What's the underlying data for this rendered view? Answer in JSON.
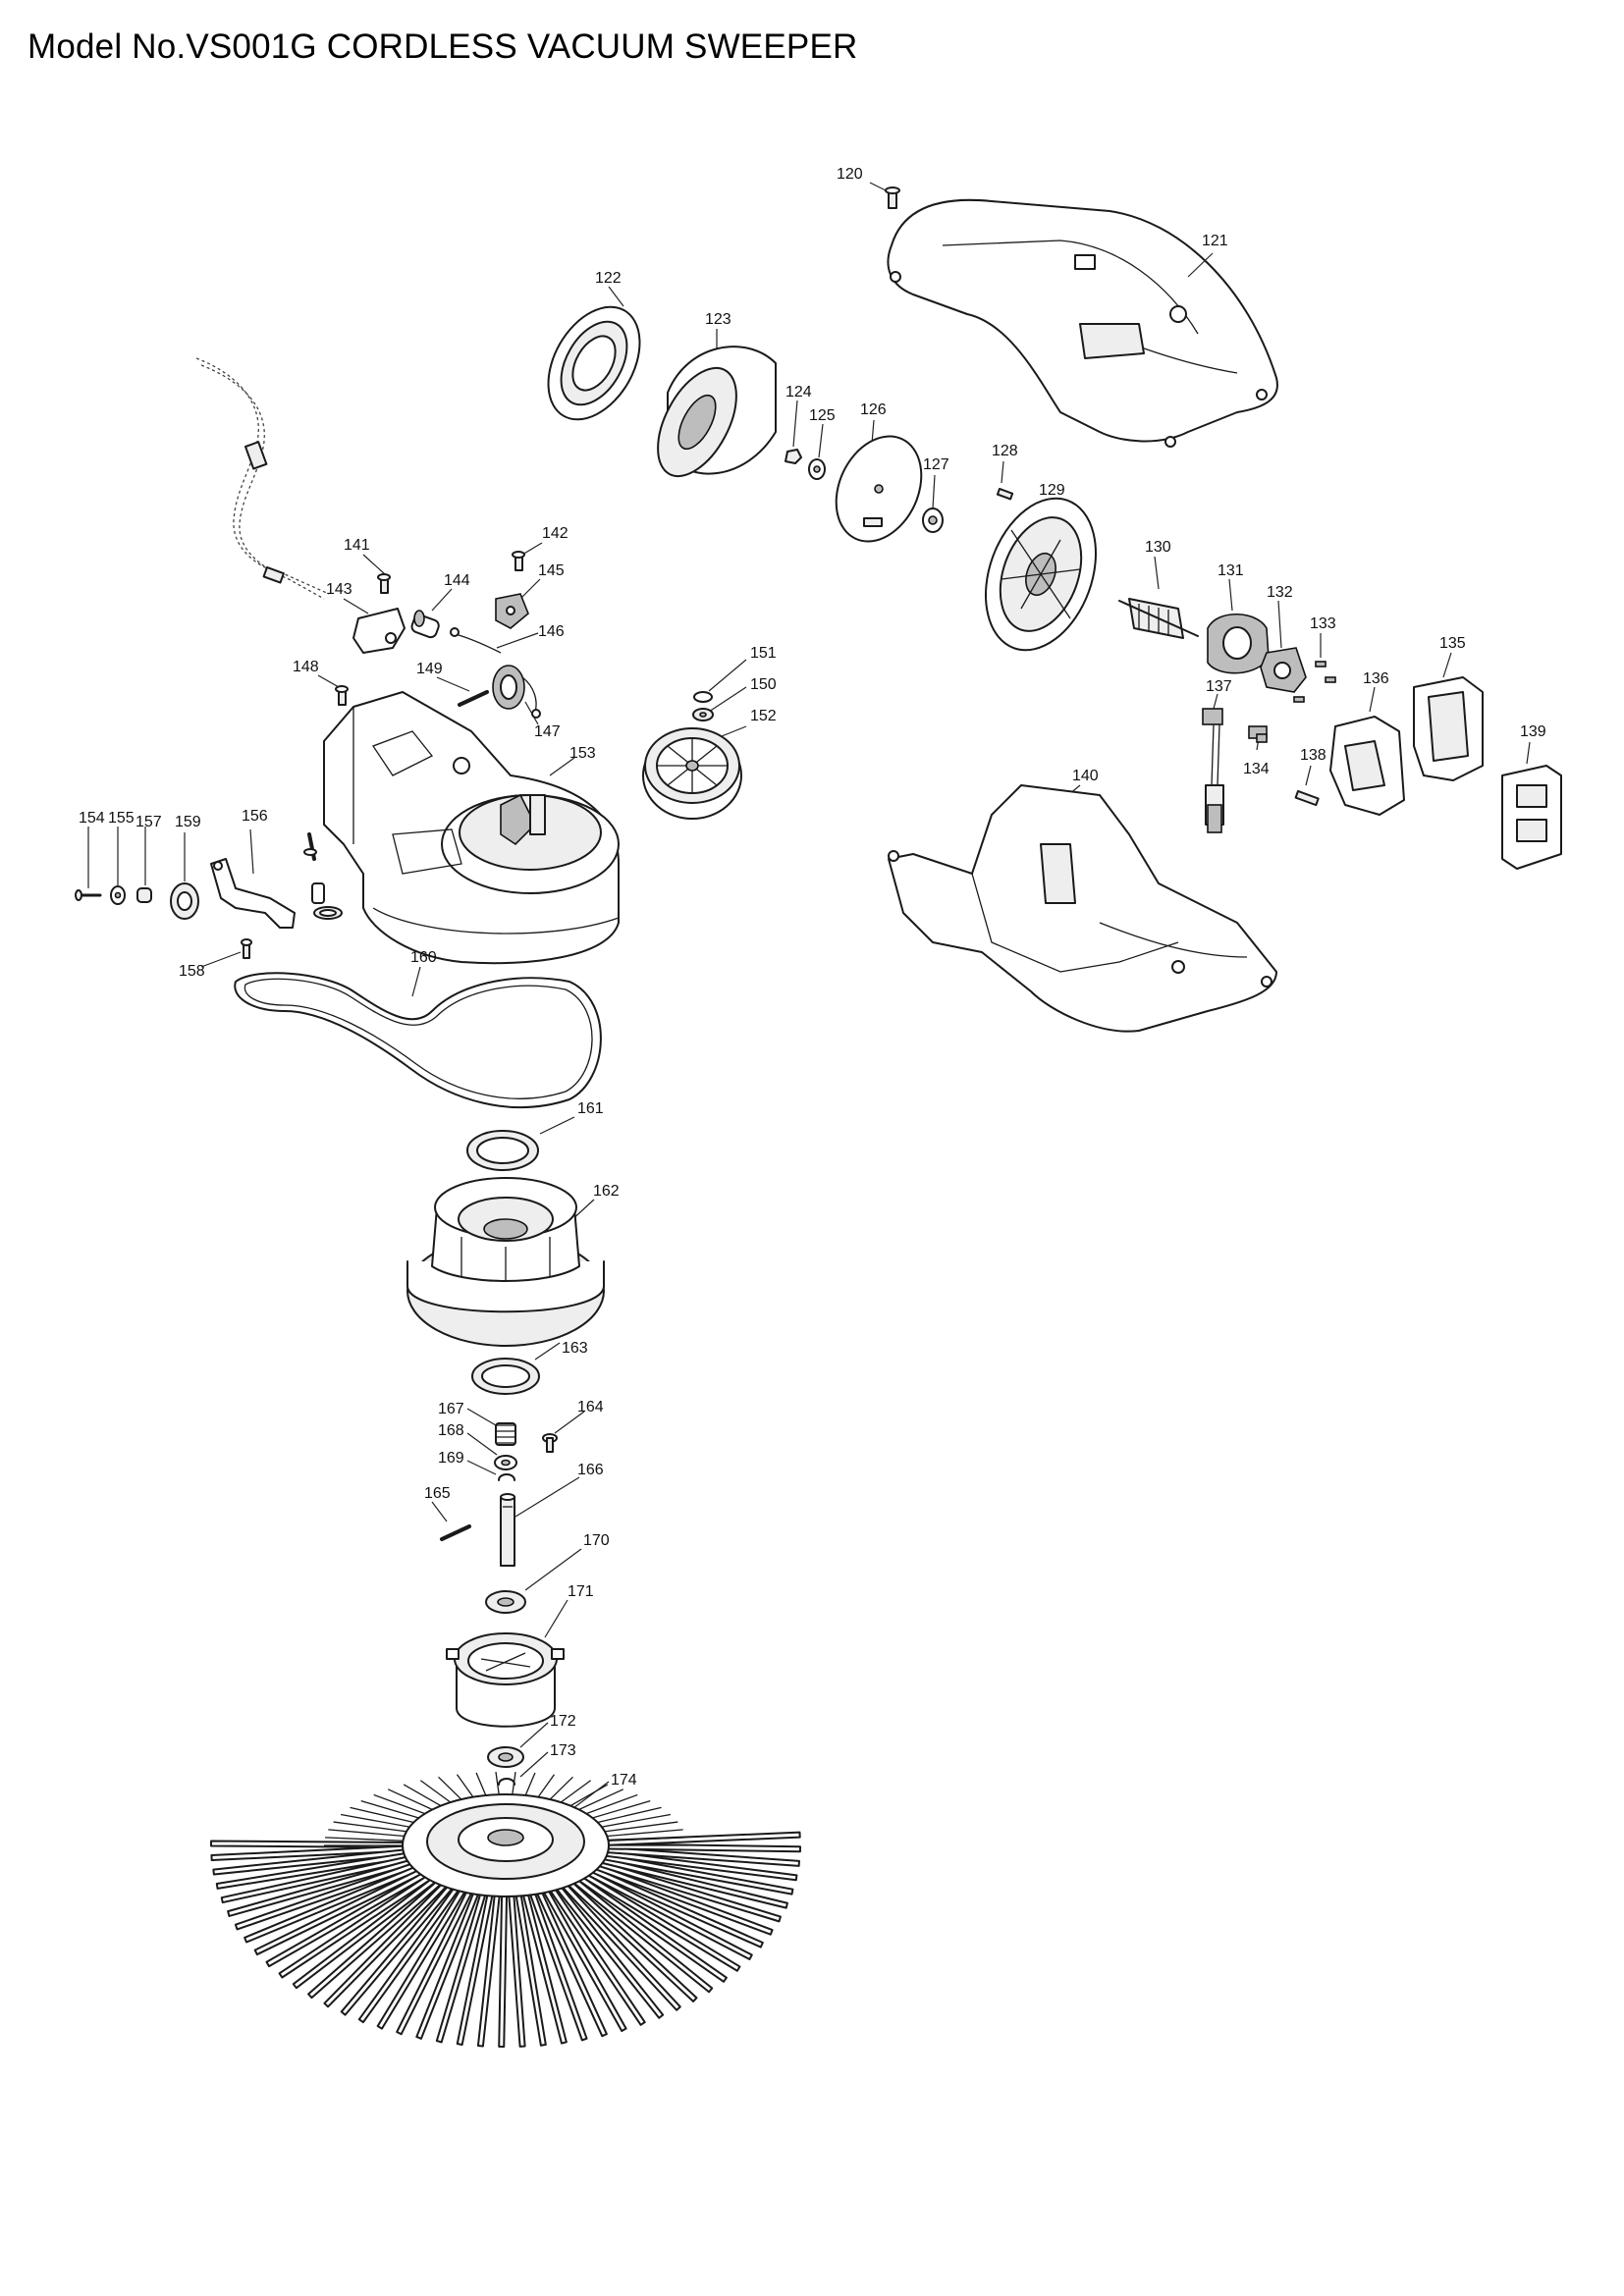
{
  "title": "Model No.VS001G CORDLESS VACUUM SWEEPER",
  "part_numbers": [
    "120",
    "121",
    "122",
    "123",
    "124",
    "125",
    "126",
    "127",
    "128",
    "129",
    "130",
    "131",
    "132",
    "133",
    "134",
    "135",
    "136",
    "137",
    "138",
    "139",
    "140",
    "141",
    "142",
    "143",
    "144",
    "145",
    "146",
    "147",
    "148",
    "149",
    "150",
    "151",
    "152",
    "153",
    "154",
    "155",
    "156",
    "157",
    "158",
    "159",
    "160",
    "161",
    "162",
    "163",
    "164",
    "165",
    "166",
    "167",
    "168",
    "169",
    "170",
    "171",
    "172",
    "173",
    "174"
  ]
}
